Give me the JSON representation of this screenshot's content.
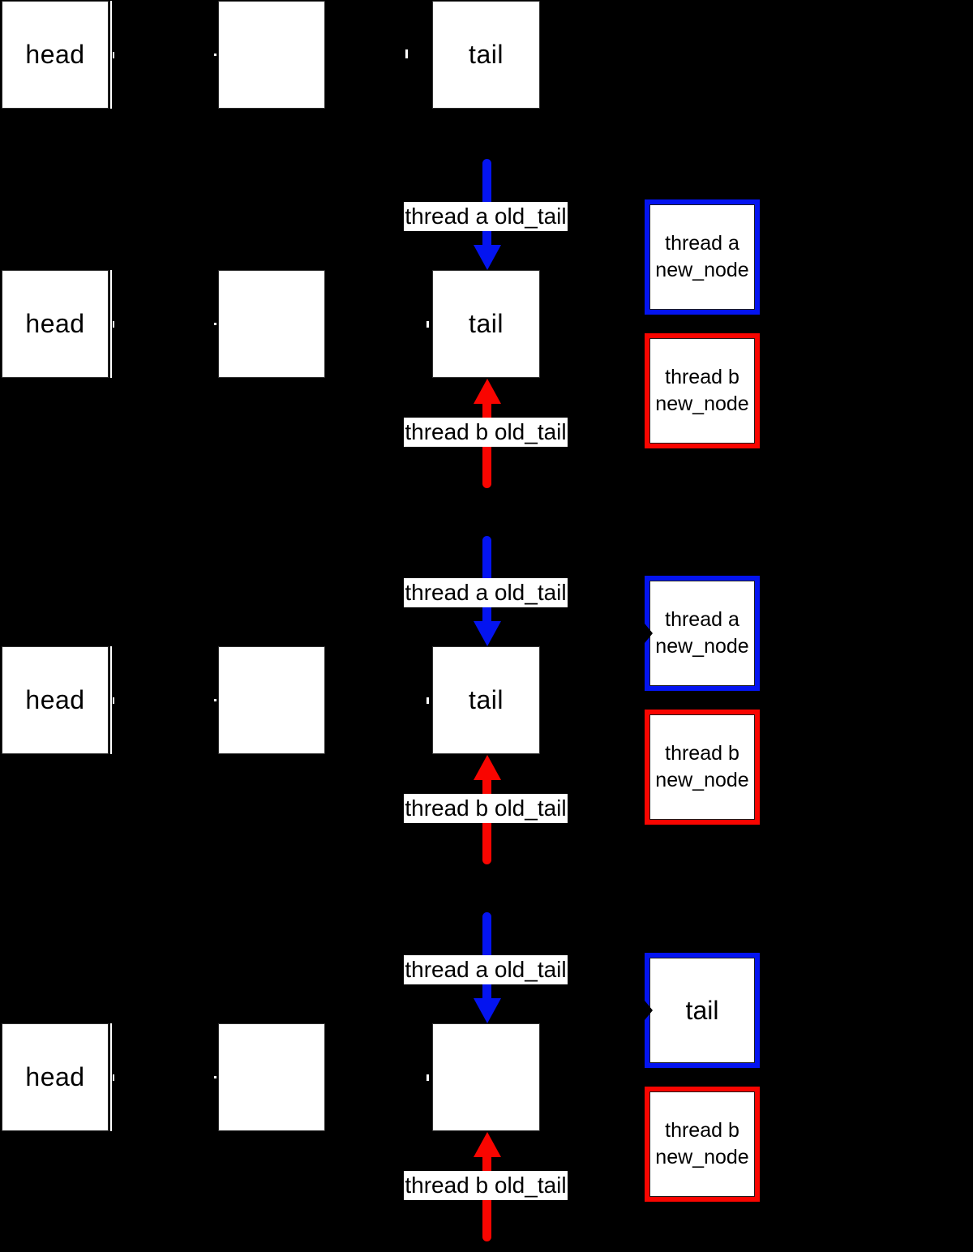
{
  "colors": {
    "background": "#000000",
    "blue": "#0414f0",
    "red": "#f90500",
    "box_fill": "#ffffff",
    "text": "#000000"
  },
  "rows": [
    {
      "head_label": "head",
      "center_label": "tail"
    },
    {
      "head_label": "head",
      "center_label": "tail",
      "thread_a_arrow_label": "thread a old_tail",
      "thread_b_arrow_label": "thread b old_tail",
      "blue_box_line1": "thread a",
      "blue_box_line2": "new_node",
      "red_box_line1": "thread b",
      "red_box_line2": "new_node"
    },
    {
      "head_label": "head",
      "center_label": "tail",
      "thread_a_arrow_label": "thread a old_tail",
      "thread_b_arrow_label": "thread b old_tail",
      "blue_box_line1": "thread a",
      "blue_box_line2": "new_node",
      "red_box_line1": "thread b",
      "red_box_line2": "new_node"
    },
    {
      "head_label": "head",
      "center_label": "",
      "thread_a_arrow_label": "thread a old_tail",
      "thread_b_arrow_label": "thread b old_tail",
      "blue_box_line1": "tail",
      "blue_box_line2": "",
      "red_box_line1": "thread b",
      "red_box_line2": "new_node"
    }
  ]
}
